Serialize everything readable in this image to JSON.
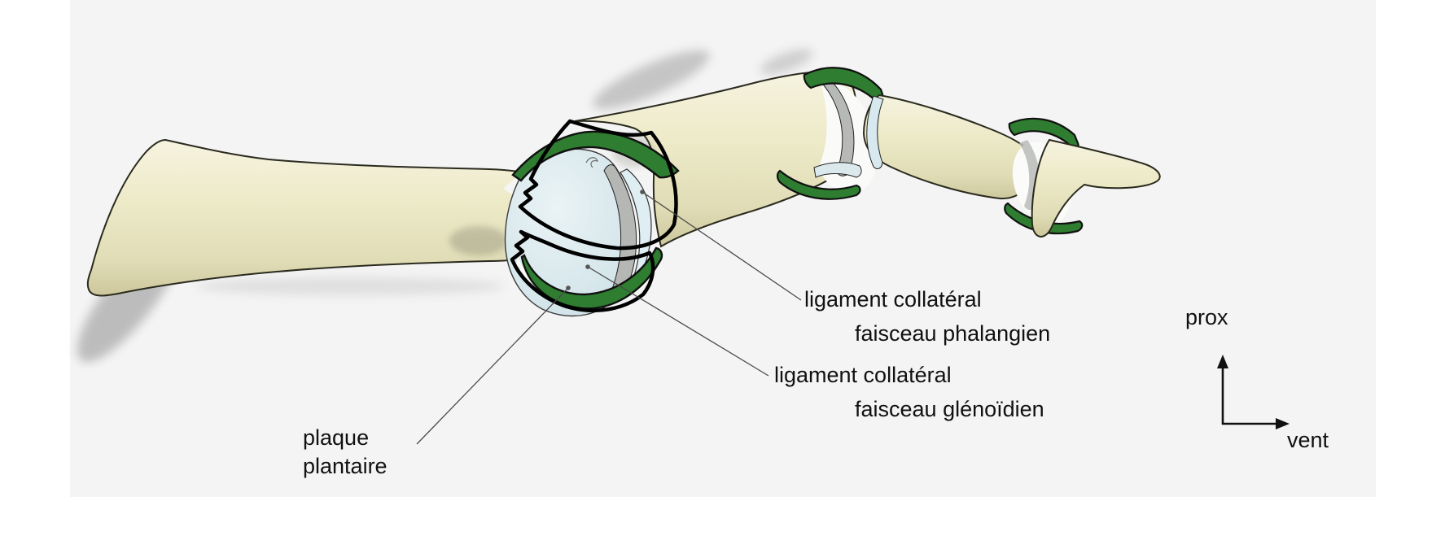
{
  "diagram": {
    "labels": {
      "phalangien": {
        "line1": "ligament collatéral",
        "line2": "faisceau phalangien"
      },
      "glenoidien": {
        "line1": "ligament collatéral",
        "line2": "faisceau glénoïdien"
      },
      "plaque": {
        "line1": "plaque",
        "line2": "plantaire"
      }
    },
    "axis": {
      "up": "prox",
      "right": "vent"
    },
    "colors": {
      "panel_background": "#f4f4f4",
      "bone_cream": "#ece9c6",
      "ligament_ring_green": "#2e7d30",
      "cartilage_blue": "#d6e8ec",
      "outline_black": "#111111"
    }
  }
}
